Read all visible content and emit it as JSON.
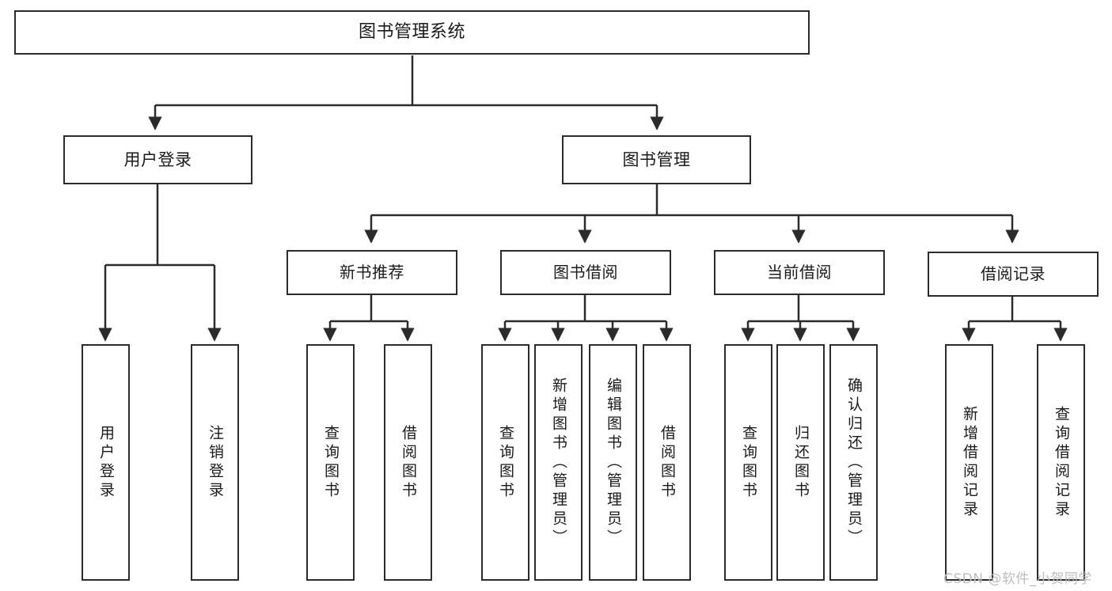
{
  "diagram": {
    "title": "图书管理系统",
    "type": "tree-hierarchy-chart",
    "root": {
      "id": "root",
      "label": "图书管理系统"
    },
    "level1": [
      {
        "id": "user-login",
        "label": "用户登录"
      },
      {
        "id": "book-manage",
        "label": "图书管理"
      }
    ],
    "level2": [
      {
        "id": "new-book-rec",
        "label": "新书推荐",
        "parent": "book-manage"
      },
      {
        "id": "book-borrow",
        "label": "图书借阅",
        "parent": "book-manage"
      },
      {
        "id": "current-borrow",
        "label": "当前借阅",
        "parent": "book-manage"
      },
      {
        "id": "borrow-record",
        "label": "借阅记录",
        "parent": "book-manage"
      }
    ],
    "leaves": [
      {
        "id": "leaf-user-login",
        "label": "用户登录",
        "parent": "user-login"
      },
      {
        "id": "leaf-user-logout",
        "label": "注销登录",
        "parent": "user-login"
      },
      {
        "id": "leaf-rec-query-book",
        "label": "查询图书",
        "parent": "new-book-rec"
      },
      {
        "id": "leaf-rec-borrow-book",
        "label": "借阅图书",
        "parent": "new-book-rec"
      },
      {
        "id": "leaf-borrow-query-book",
        "label": "查询图书",
        "parent": "book-borrow"
      },
      {
        "id": "leaf-borrow-add-book",
        "label": "新增图书（管理员）",
        "parent": "book-borrow"
      },
      {
        "id": "leaf-borrow-edit-book",
        "label": "编辑图书（管理员）",
        "parent": "book-borrow"
      },
      {
        "id": "leaf-borrow-borrow-book",
        "label": "借阅图书",
        "parent": "book-borrow"
      },
      {
        "id": "leaf-current-query-book",
        "label": "查询图书",
        "parent": "current-borrow"
      },
      {
        "id": "leaf-current-return-book",
        "label": "归还图书",
        "parent": "current-borrow"
      },
      {
        "id": "leaf-current-confirm-return",
        "label": "确认归还（管理员）",
        "parent": "current-borrow"
      },
      {
        "id": "leaf-record-add",
        "label": "新增借阅记录",
        "parent": "borrow-record"
      },
      {
        "id": "leaf-record-query",
        "label": "查询借阅记录",
        "parent": "borrow-record"
      }
    ]
  },
  "watermark": {
    "text": "CSDN @软件_小贺同学"
  },
  "colors": {
    "stroke": "#2b2b2b",
    "fill": "#ffffff",
    "text": "#1a1a1a",
    "watermark": "#bdbdbd"
  }
}
